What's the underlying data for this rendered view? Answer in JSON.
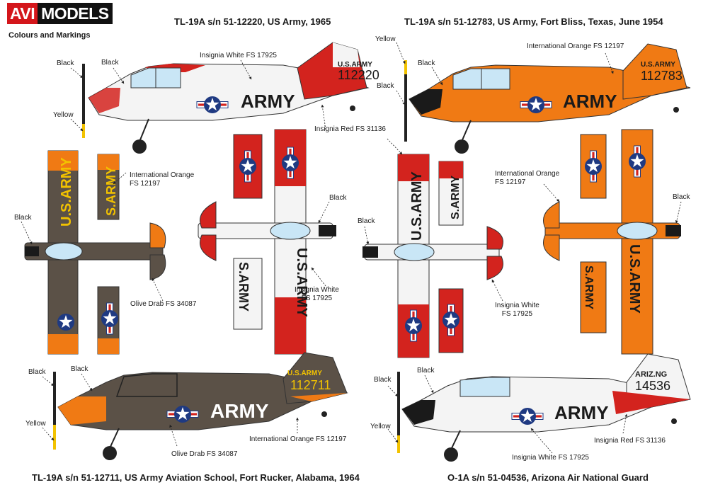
{
  "brand": {
    "part1": "AVI",
    "part2": "MODELS",
    "subtitle": "Colours and Markings"
  },
  "colors": {
    "white": "#f4f4f4",
    "red": "#d3231e",
    "orange": "#f07a14",
    "olive": "#5b5147",
    "black": "#1a1a1a",
    "yellow": "#f2c200",
    "glass": "#c9e6f6",
    "blue": "#1f3a82"
  },
  "schemes": [
    {
      "title": "TL-19A s/n 51-12220, US Army, 1965",
      "fuselage_text": "ARMY",
      "tail_top": "U.S.ARMY",
      "tail_serial": "112220"
    },
    {
      "title": "TL-19A s/n 51-12783, US Army, Fort Bliss, Texas, June 1954",
      "fuselage_text": "ARMY",
      "tail_top": "U.S.ARMY",
      "tail_serial": "112783"
    },
    {
      "title": "TL-19A s/n 51-12711, US Army Aviation School, Fort Rucker, Alabama, 1964",
      "fuselage_text": "ARMY",
      "tail_top": "U.S.ARMY",
      "tail_serial": "112711"
    },
    {
      "title": "O-1A s/n 51-04536, Arizona Air National Guard",
      "fuselage_text": "ARMY",
      "tail_top": "ARIZ.NG",
      "tail_serial": "14536"
    }
  ],
  "wing_texts": {
    "us_army": "U.S.ARMY",
    "s_army": "S.ARMY",
    "us_army_partial": "U.S.ARMY"
  },
  "labels": {
    "black": "Black",
    "yellow": "Yellow",
    "insignia_white": "Insignia White FS 17925",
    "insignia_white_l1": "Insignia White",
    "fs_17925": "FS 17925",
    "insignia_red": "Insignia Red FS 31136",
    "intl_orange": "International Orange FS 12197",
    "intl_orange_l1": "International Orange",
    "fs_12197": "FS 12197",
    "olive_drab": "Olive Drab FS 34087"
  }
}
